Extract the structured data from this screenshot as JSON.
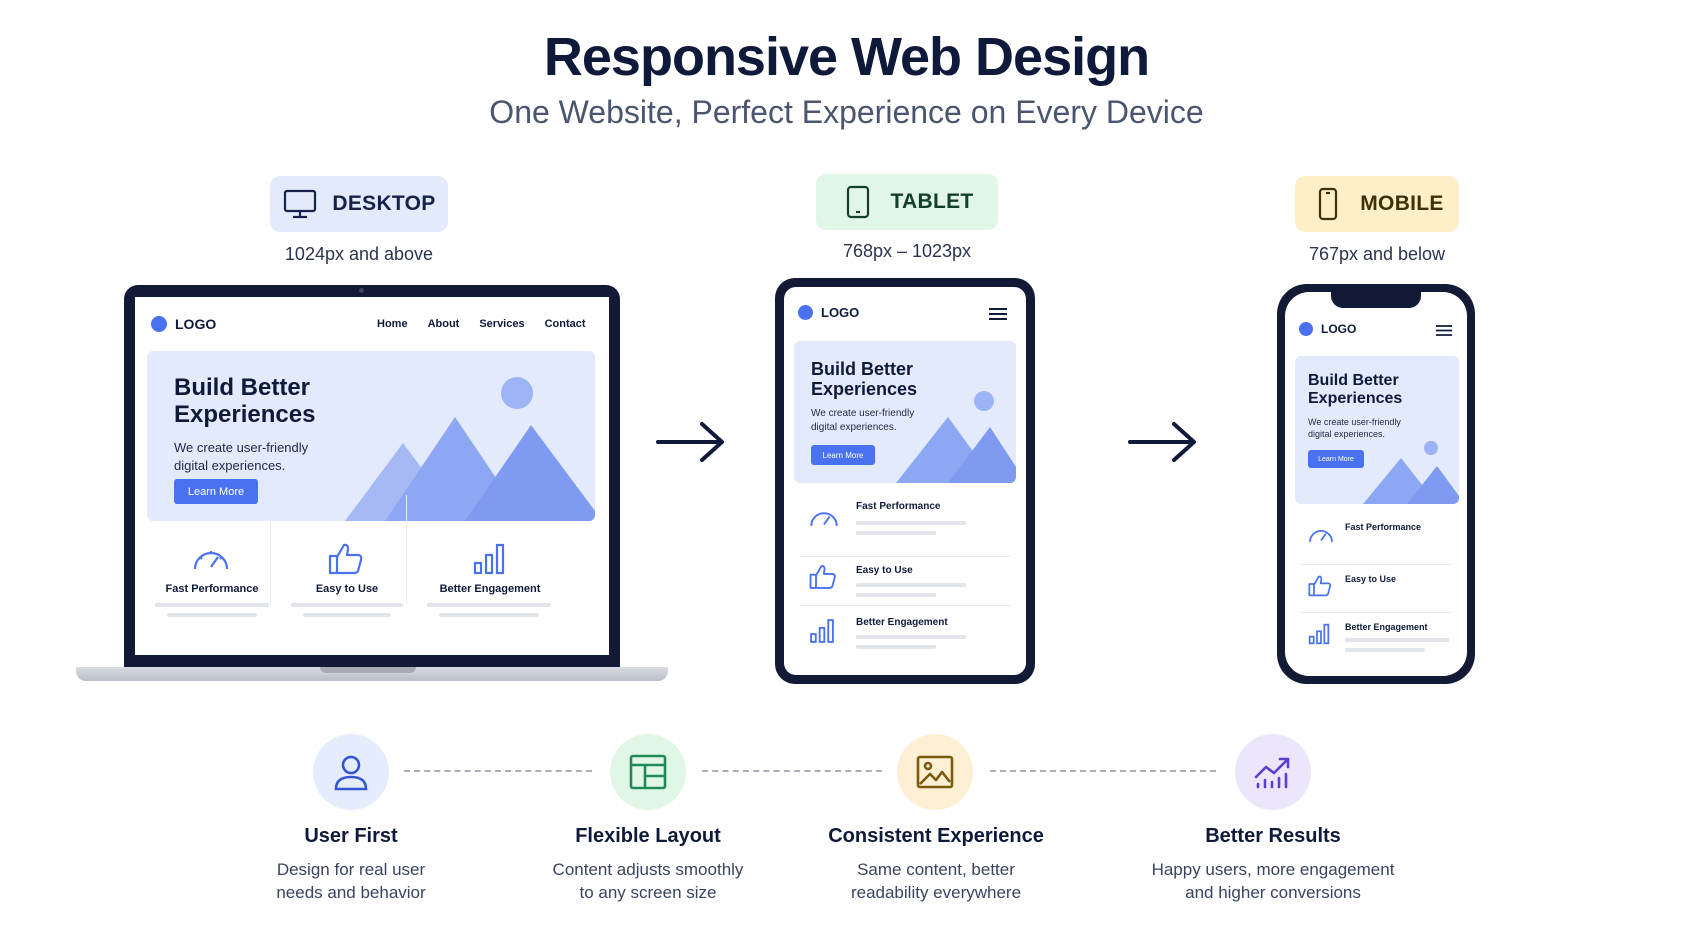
{
  "header": {
    "title": "Responsive Web Design",
    "subtitle": "One Website, Perfect Experience on Every Device"
  },
  "devices": [
    {
      "label": "DESKTOP",
      "range": "1024px and above",
      "icon": "monitor-icon",
      "badge_bg": "#e3ebfb",
      "color": "#16224a"
    },
    {
      "label": "TABLET",
      "range": "768px – 1023px",
      "icon": "tablet-icon",
      "badge_bg": "#e1f6e7",
      "color": "#12402a"
    },
    {
      "label": "MOBILE",
      "range": "767px and below",
      "icon": "phone-icon",
      "badge_bg": "#fdf0c9",
      "color": "#3d3206"
    }
  ],
  "mockup": {
    "logo": "LOGO",
    "nav": [
      "Home",
      "About",
      "Services",
      "Contact"
    ],
    "hero_title_line1": "Build Better",
    "hero_title_line2": "Experiences",
    "hero_text_line1": "We create user-friendly",
    "hero_text_line2": "digital experiences.",
    "cta": "Learn More",
    "features": [
      {
        "label": "Fast Performance",
        "icon": "speedometer-icon"
      },
      {
        "label": "Easy to Use",
        "icon": "thumbs-up-icon"
      },
      {
        "label": "Better Engagement",
        "icon": "bar-chart-icon"
      }
    ]
  },
  "benefits": [
    {
      "title": "User First",
      "line1": "Design for real user",
      "line2": "needs and behavior",
      "icon": "user-icon",
      "bg": "#e5edfc",
      "color": "#3456d6"
    },
    {
      "title": "Flexible Layout",
      "line1": "Content adjusts smoothly",
      "line2": "to any screen size",
      "icon": "layout-icon",
      "bg": "#e2f6e8",
      "color": "#1f8a55"
    },
    {
      "title": "Consistent Experience",
      "line1": "Same content, better",
      "line2": "readability everywhere",
      "icon": "image-icon",
      "bg": "#fdf0d2",
      "color": "#7a5a10"
    },
    {
      "title": "Better Results",
      "line1": "Happy users, more engagement",
      "line2": "and higher conversions",
      "icon": "growth-chart-icon",
      "bg": "#ece6fb",
      "color": "#5b3fd0"
    }
  ],
  "colors": {
    "accent": "#4a72f0",
    "hero_bg": "#e3eafc",
    "device_frame": "#131a36",
    "text_dark": "#0f1a3a"
  }
}
